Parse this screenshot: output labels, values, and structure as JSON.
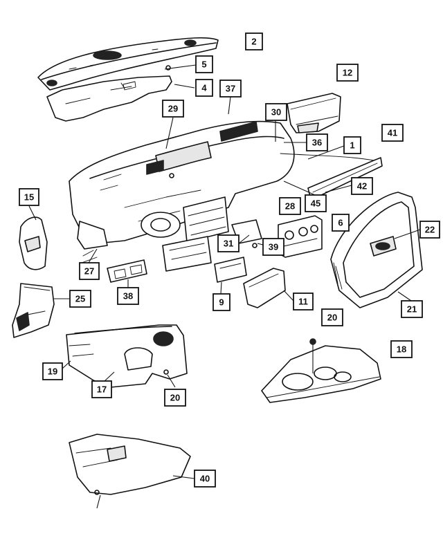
{
  "diagram": {
    "callouts": [
      {
        "key": "2",
        "label": "2"
      },
      {
        "key": "5",
        "label": "5"
      },
      {
        "key": "4",
        "label": "4"
      },
      {
        "key": "37",
        "label": "37"
      },
      {
        "key": "12",
        "label": "12"
      },
      {
        "key": "29",
        "label": "29"
      },
      {
        "key": "30",
        "label": "30"
      },
      {
        "key": "41",
        "label": "41"
      },
      {
        "key": "36",
        "label": "36"
      },
      {
        "key": "1",
        "label": "1"
      },
      {
        "key": "42",
        "label": "42"
      },
      {
        "key": "15",
        "label": "15"
      },
      {
        "key": "45",
        "label": "45"
      },
      {
        "key": "28",
        "label": "28"
      },
      {
        "key": "6",
        "label": "6"
      },
      {
        "key": "22",
        "label": "22"
      },
      {
        "key": "31",
        "label": "31"
      },
      {
        "key": "39",
        "label": "39"
      },
      {
        "key": "27",
        "label": "27"
      },
      {
        "key": "38",
        "label": "38"
      },
      {
        "key": "25",
        "label": "25"
      },
      {
        "key": "9",
        "label": "9"
      },
      {
        "key": "11",
        "label": "11"
      },
      {
        "key": "21",
        "label": "21"
      },
      {
        "key": "20a",
        "label": "20"
      },
      {
        "key": "18",
        "label": "18"
      },
      {
        "key": "19",
        "label": "19"
      },
      {
        "key": "17",
        "label": "17"
      },
      {
        "key": "20b",
        "label": "20"
      },
      {
        "key": "40",
        "label": "40"
      }
    ]
  }
}
